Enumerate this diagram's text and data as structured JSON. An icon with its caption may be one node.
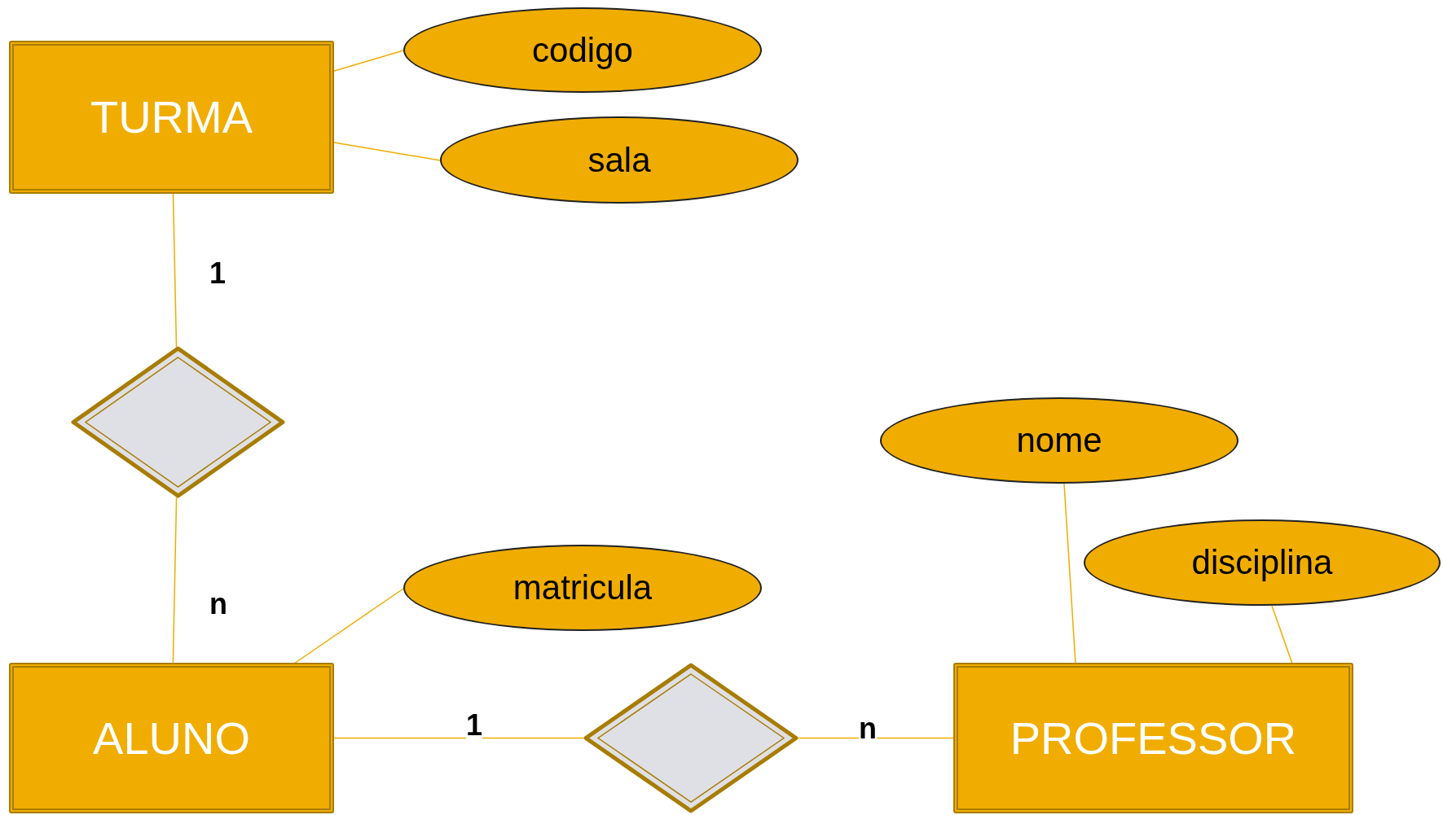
{
  "diagram": {
    "nodes": [
      {
        "text": [
          "TURMA"
        ]
      },
      {
        "text": [
          "codigo"
        ]
      },
      {
        "text": [
          "sala"
        ]
      },
      {
        "text": [],
        "shape": "diamond"
      },
      {
        "text": [
          "ALUNO"
        ]
      },
      {
        "text": [
          "matricula"
        ]
      },
      {
        "text": [],
        "shape": "diamond"
      },
      {
        "text": [
          "nome"
        ]
      },
      {
        "text": [
          "disciplina"
        ]
      },
      {
        "text": [
          "PROFESSOR"
        ]
      }
    ],
    "edges": [
      {
        "from": 0,
        "to": 1,
        "arrow": "none"
      },
      {
        "from": 0,
        "to": 2,
        "arrow": "none"
      },
      {
        "from": 0,
        "to": 3,
        "arrow": "none",
        "label": "1"
      },
      {
        "from": 3,
        "to": 4,
        "arrow": "none",
        "label": "n"
      },
      {
        "from": 4,
        "to": 5,
        "arrow": "none"
      },
      {
        "from": 4,
        "to": 6,
        "arrow": "none",
        "label": "1"
      },
      {
        "from": 6,
        "to": 9,
        "arrow": "none",
        "label": "n"
      },
      {
        "from": 9,
        "to": 7,
        "arrow": "none"
      },
      {
        "from": 9,
        "to": 8,
        "arrow": "none"
      }
    ]
  }
}
